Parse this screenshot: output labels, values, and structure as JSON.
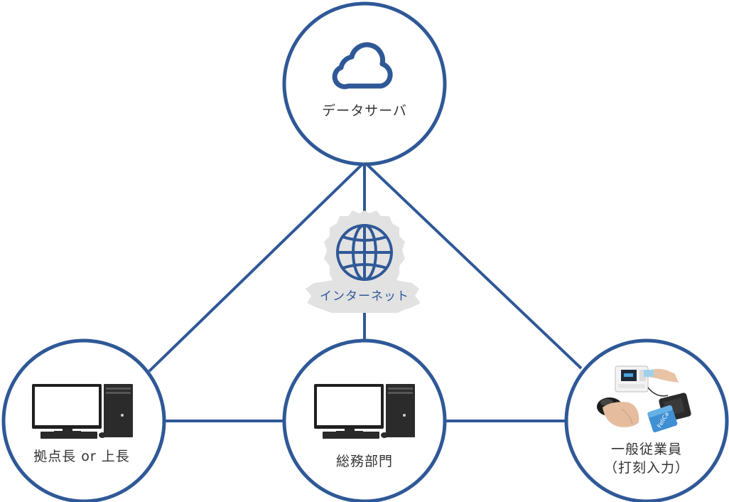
{
  "colors": {
    "primary": "#2f5897",
    "stroke_gray": "#999999",
    "internet_bg": "#e2e2e2",
    "text": "#333333"
  },
  "nodes": {
    "server": {
      "label": "データサーバ",
      "icon": "cloud-icon"
    },
    "internet": {
      "label": "インターネット",
      "icon": "globe-icon"
    },
    "branch_manager": {
      "label": "拠点長 or 上長",
      "icon": "desktop-computer-icon"
    },
    "general_affairs": {
      "label": "総務部門",
      "icon": "desktop-computer-icon"
    },
    "employee": {
      "label_line1": "一般従業員",
      "label_line2": "（打刻入力）",
      "icon": "time-clock-devices-icon",
      "card_text": "FeliCa"
    }
  }
}
